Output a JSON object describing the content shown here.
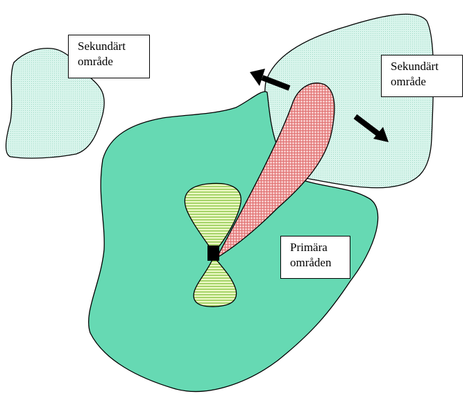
{
  "diagram": {
    "labels": {
      "secondary_left": {
        "line1": "Sekundärt",
        "line2": "område"
      },
      "secondary_right": {
        "line1": "Sekundärt",
        "line2": "område"
      },
      "primary": {
        "line1": "Primära",
        "line2": "områden"
      }
    },
    "colors": {
      "primary_fill": "#66d9b3",
      "secondary_fill": "#d9f5ec",
      "secondary_dots": "#9fd9c6",
      "lobe_red_fill": "#f6c4c4",
      "lobe_red_grid": "#e07070",
      "lobe_green_fill": "#eef9c8",
      "lobe_green_lines": "#a6d46a",
      "arrows": "#000000",
      "transmitter": "#000000"
    }
  }
}
